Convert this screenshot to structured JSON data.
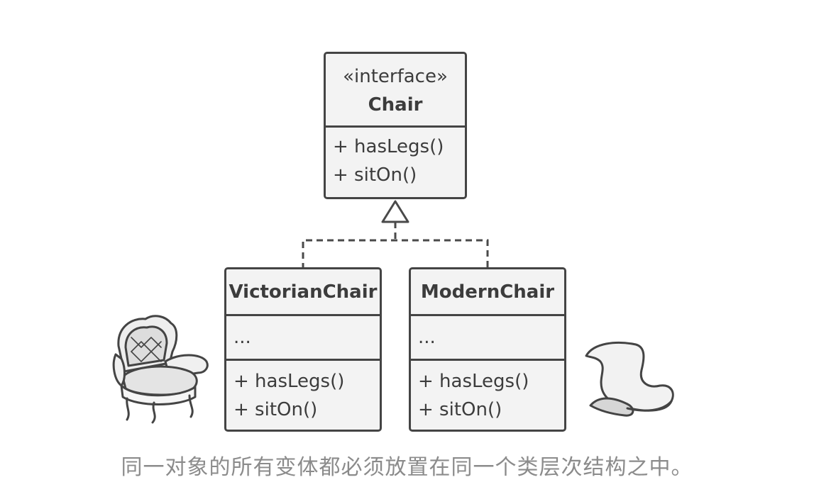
{
  "interface_class": {
    "stereotype": "«interface»",
    "name": "Chair",
    "methods": [
      "+ hasLegs()",
      "+ sitOn()"
    ]
  },
  "classes": [
    {
      "name": "VictorianChair",
      "fields": "...",
      "methods": [
        "+ hasLegs()",
        "+ sitOn()"
      ]
    },
    {
      "name": "ModernChair",
      "fields": "...",
      "methods": [
        "+ hasLegs()",
        "+ sitOn()"
      ]
    }
  ],
  "caption": "同一对象的所有变体都必须放置在同一个类层次结构之中。",
  "colors": {
    "box_fill": "#f3f3f3",
    "stroke": "#444444",
    "caption": "#8b8b8b"
  },
  "icons": [
    "victorian-armchair-icon",
    "modern-chair-icon"
  ]
}
